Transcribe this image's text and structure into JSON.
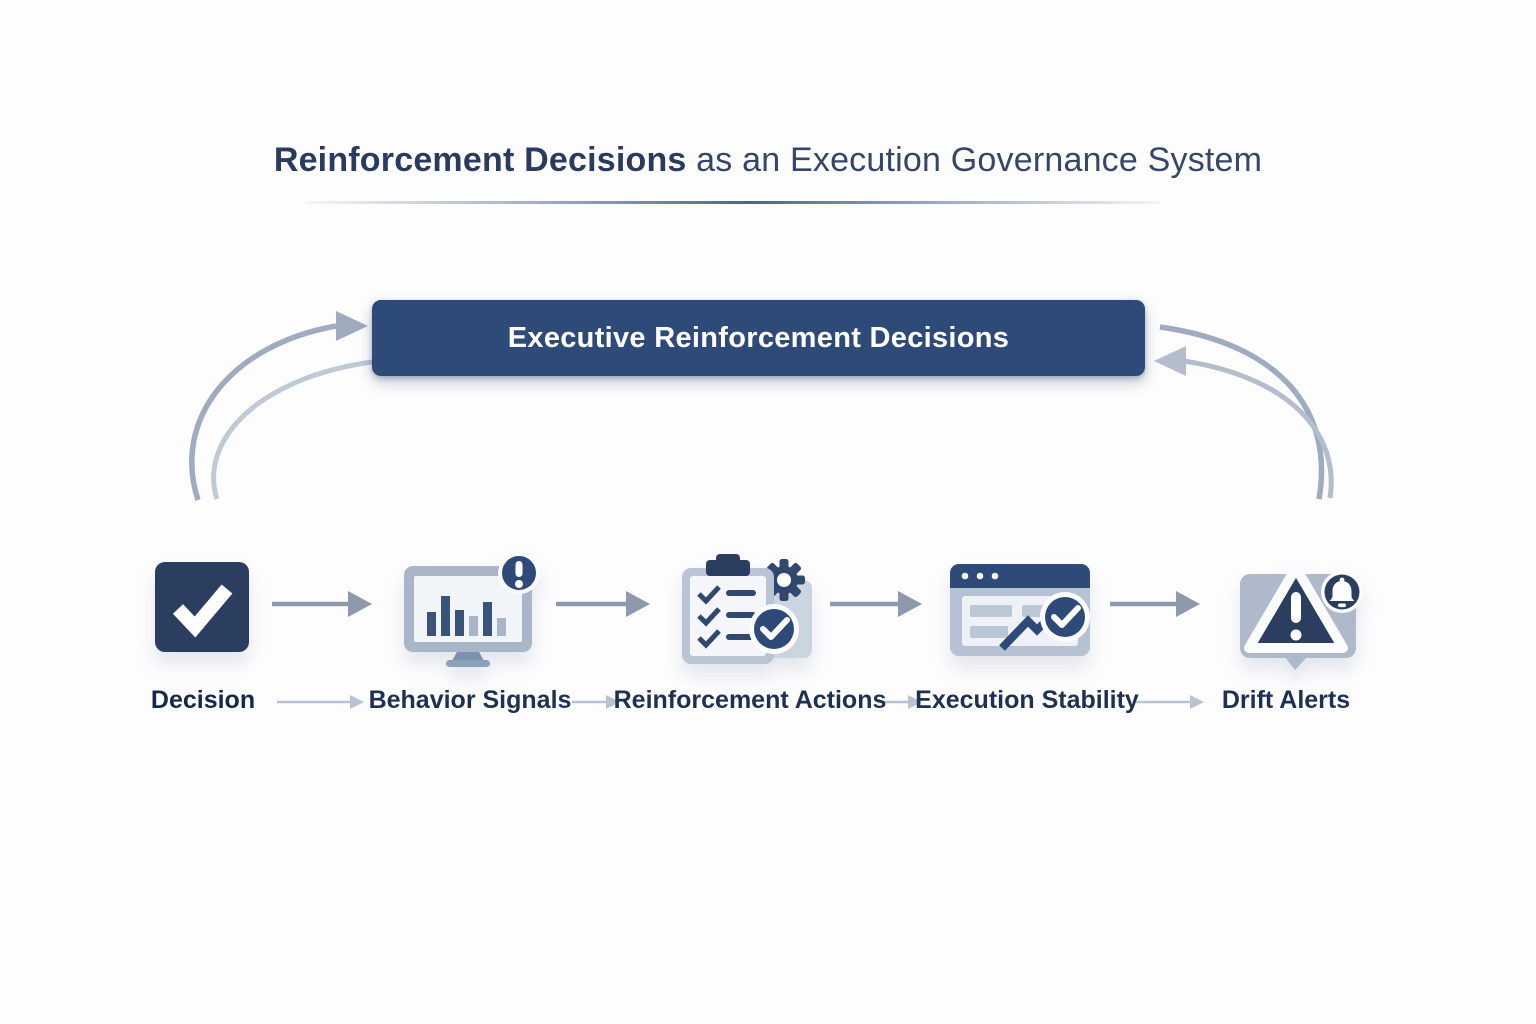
{
  "title": {
    "emphasis": "Reinforcement Decisions",
    "rest": " as an Execution Governance System"
  },
  "banner": {
    "label": "Executive Reinforcement Decisions"
  },
  "flow": {
    "steps": [
      {
        "label": "Decision",
        "icon": "checkmark-square-icon"
      },
      {
        "label": "Behavior Signals",
        "icon": "monitor-bar-chart-alert-icon"
      },
      {
        "label": "Reinforcement Actions",
        "icon": "clipboard-checklist-gear-icon"
      },
      {
        "label": "Execution Stability",
        "icon": "window-trend-check-icon"
      },
      {
        "label": "Drift Alerts",
        "icon": "warning-triangle-bell-icon"
      }
    ]
  },
  "colors": {
    "navy_icon": "#2c3e60",
    "navy_banner": "#2e4a78",
    "steel_frame": "#a9b6c9",
    "steel_panel": "#ccd4e0",
    "arrow_gray": "#8e99ac",
    "arrow_light": "#b9c3d2",
    "curve_dark": "#9fabbf",
    "curve_light": "#c0c9d6",
    "title_navy": "#2d3e5f",
    "label_navy": "#1e3152",
    "background": "#fdfdfe"
  }
}
